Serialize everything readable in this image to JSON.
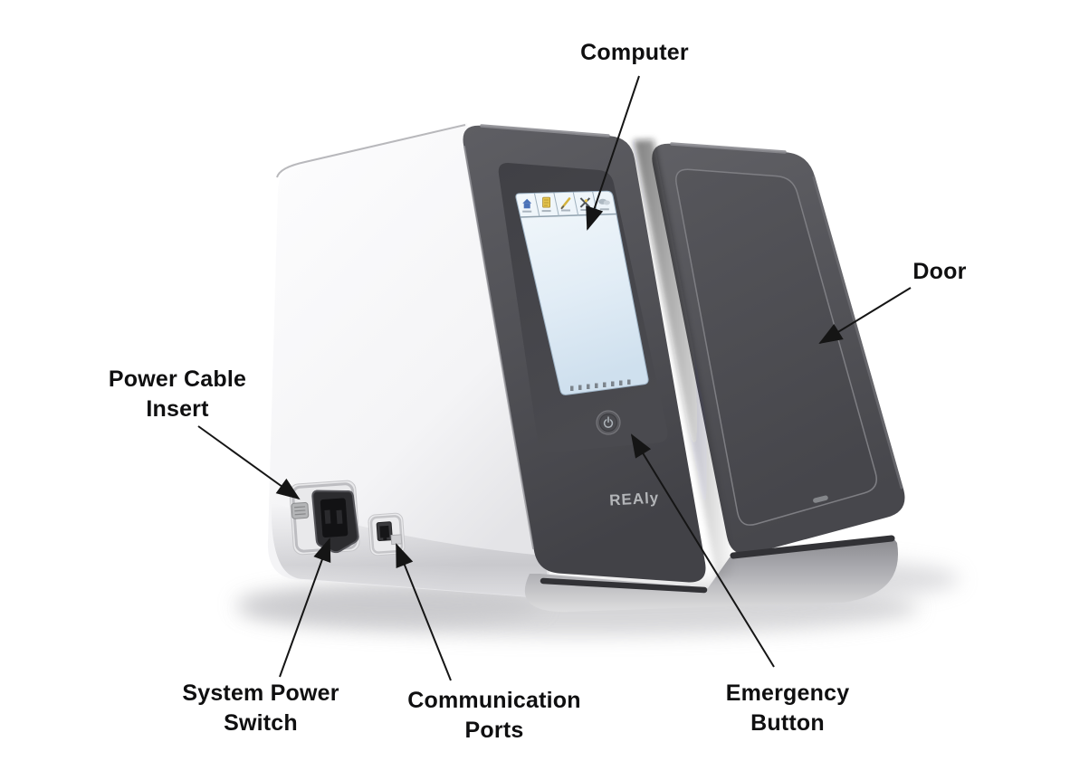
{
  "figure": {
    "type": "labeled-device-diagram"
  },
  "labels": {
    "computer": "Computer",
    "door": "Door",
    "power_cable_insert": "Power Cable\nInsert",
    "system_power_switch": "System Power\nSwitch",
    "communication_ports": "Communication\nPorts",
    "emergency_button": "Emergency\nButton"
  },
  "device": {
    "logo_text": "REAly",
    "screen": {
      "toolbar_icons": [
        "home-icon",
        "document-icon",
        "pencil-icon",
        "tools-icon",
        "cloud-icon"
      ]
    },
    "power_button_icon": "power-symbol-icon"
  },
  "colors": {
    "background": "#ffffff",
    "label_text": "#0f0f10",
    "arrow": "#151515",
    "panel_dark": "#4e4e53",
    "panel_light": "#f6f6f8",
    "screen_tint": "#dbe7f2",
    "logo": "#b3b5b8",
    "icon_home": "#4a72b8",
    "icon_document": "#e5c44d",
    "icon_pencil": "#d4b33e",
    "icon_cloud": "#aeb9c2"
  }
}
